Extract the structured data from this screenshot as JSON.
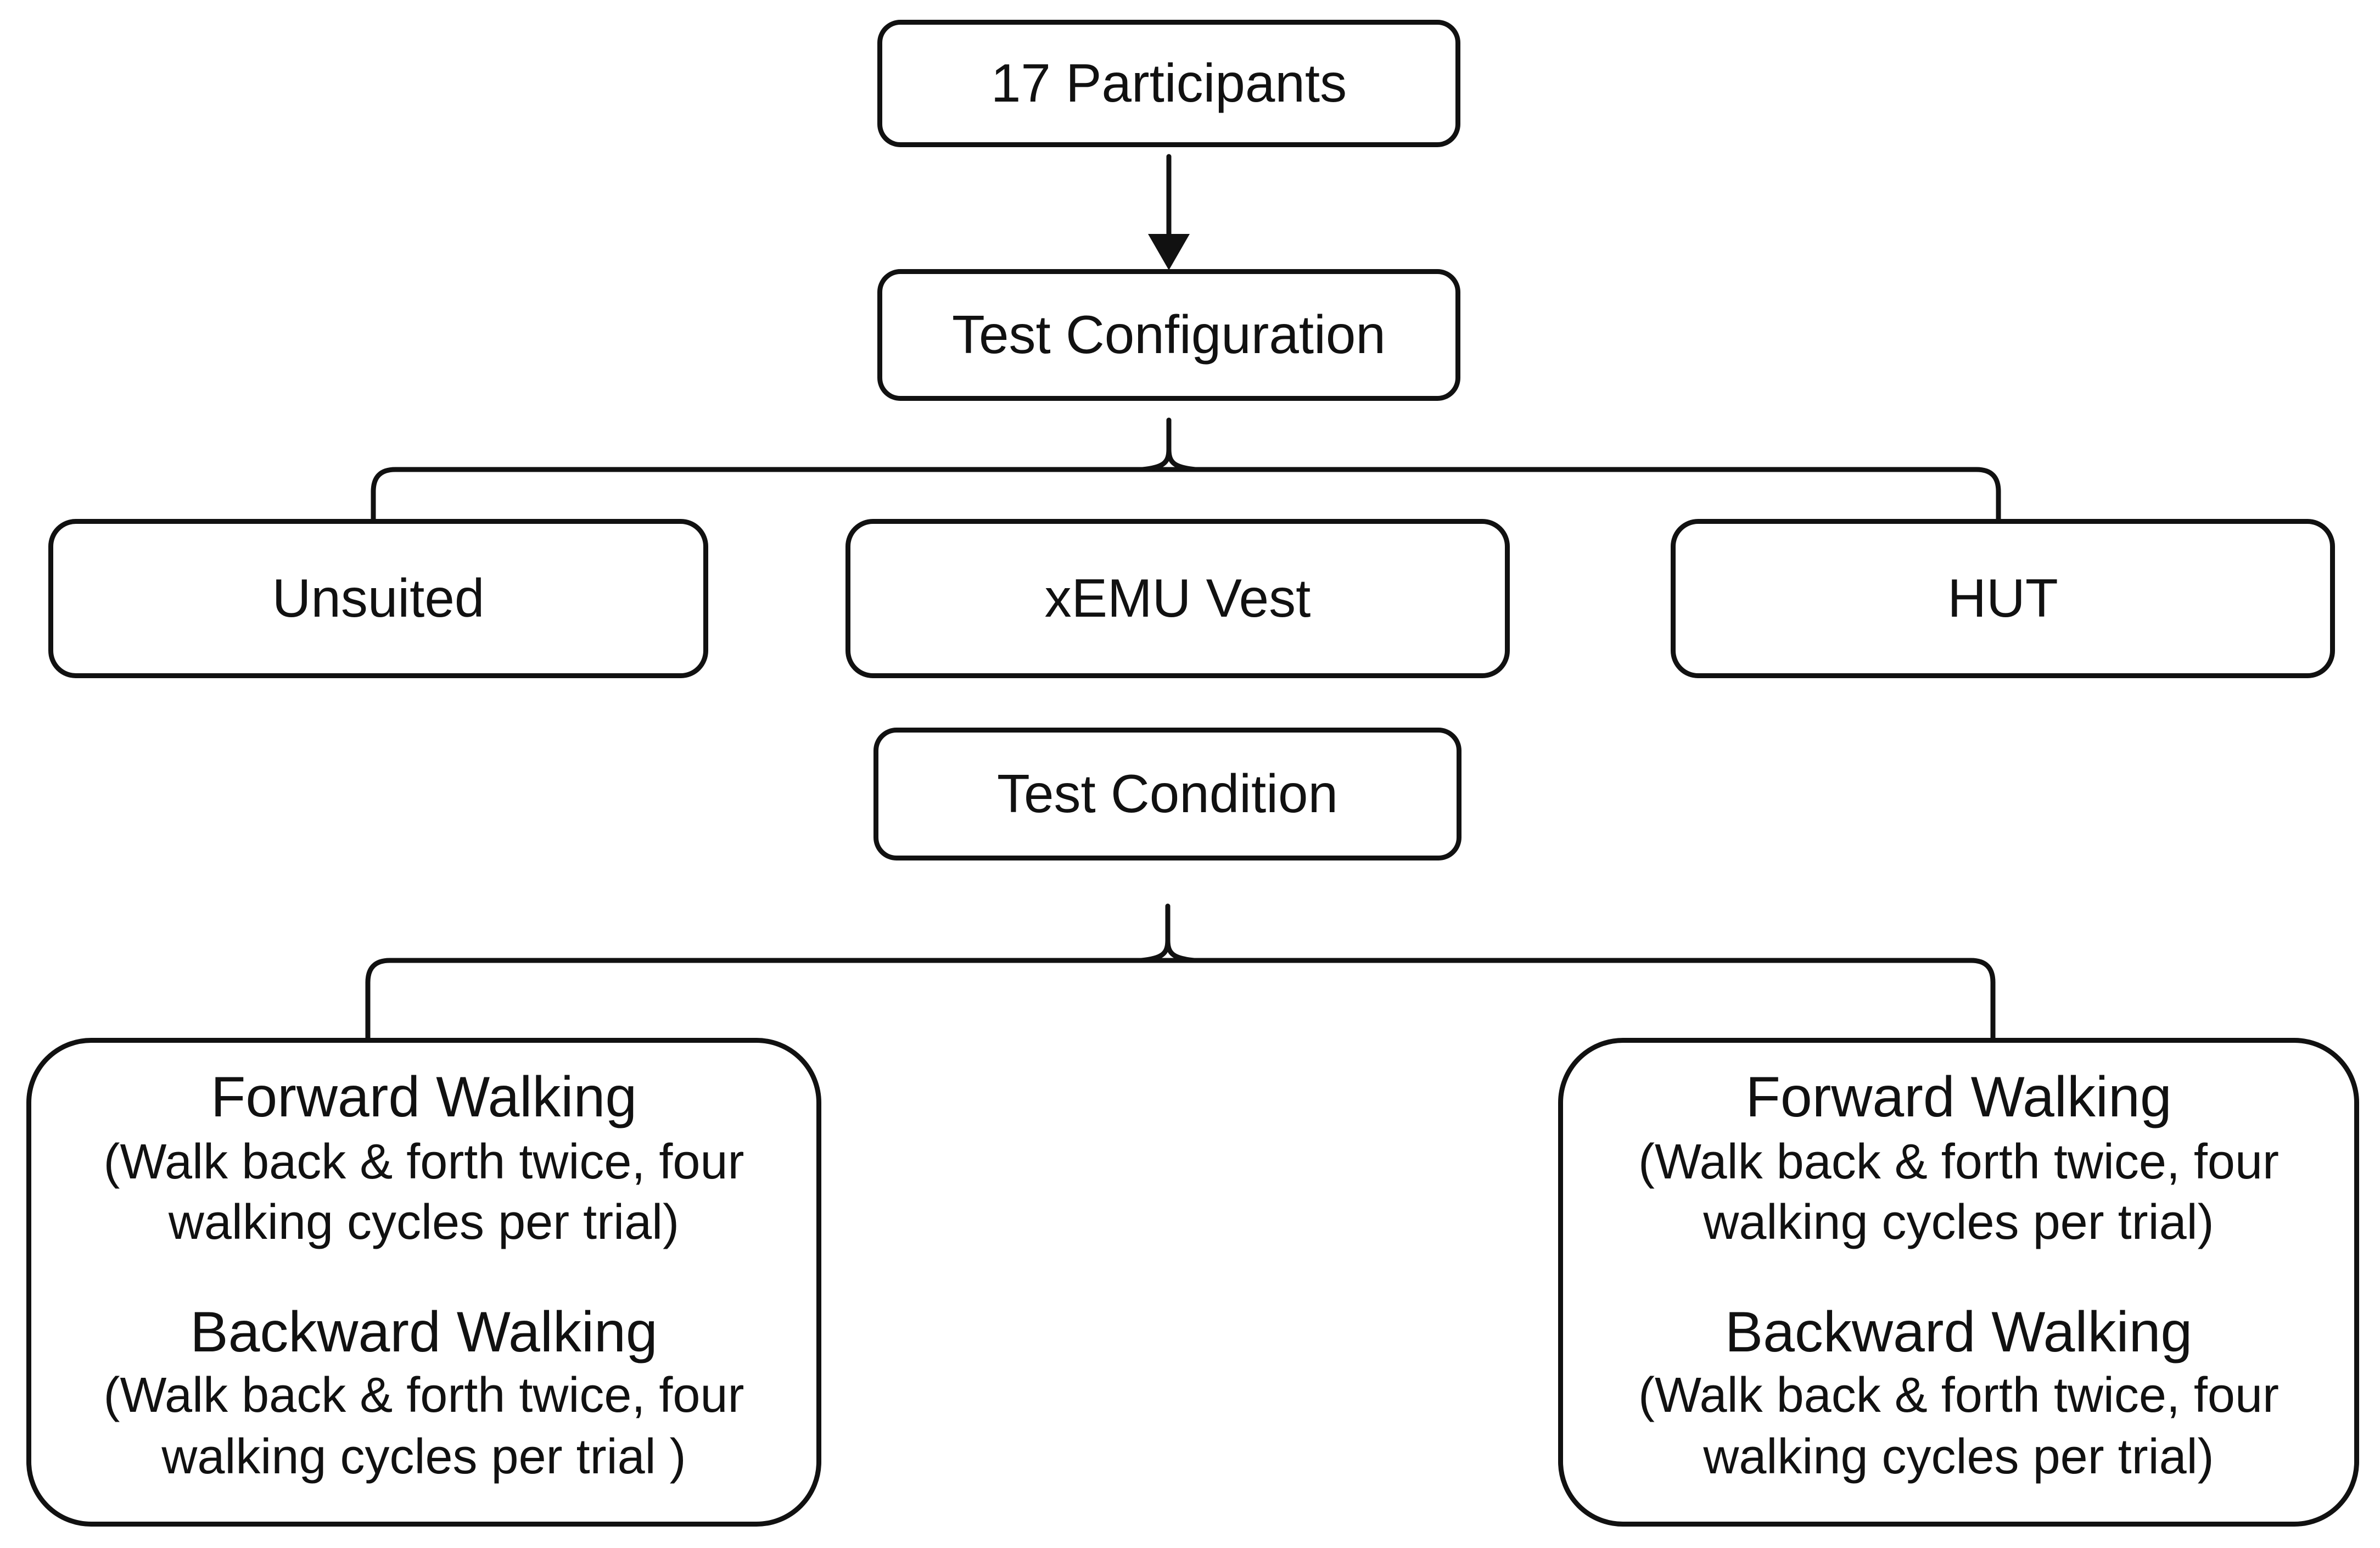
{
  "diagram": {
    "type": "flowchart",
    "background_color": "#ffffff",
    "line_color": "#111111",
    "nodes": {
      "participants": {
        "label": "17 Participants"
      },
      "test_configuration": {
        "label": "Test Configuration"
      },
      "unsuited": {
        "label": "Unsuited"
      },
      "xemu_vest": {
        "label": "xEMU Vest"
      },
      "hut": {
        "label": "HUT"
      },
      "test_condition": {
        "label": "Test Condition"
      },
      "left_condition": {
        "lines": [
          "Forward Walking",
          "(Walk back & forth twice, four",
          "walking cycles per trial)",
          "Backward Walking",
          "(Walk back & forth twice, four",
          "walking cycles per trial )"
        ]
      },
      "right_condition": {
        "lines": [
          "Forward Walking",
          "(Walk back & forth twice, four",
          "walking cycles per trial)",
          "Backward Walking",
          "(Walk back & forth twice, four",
          "walking cycles per trial)"
        ]
      }
    },
    "edges": [
      "participants -> test_configuration (arrow)",
      "test_configuration -> unsuited, xemu_vest, hut (bracket)",
      "test_condition -> left_condition, right_condition (bracket)"
    ]
  }
}
